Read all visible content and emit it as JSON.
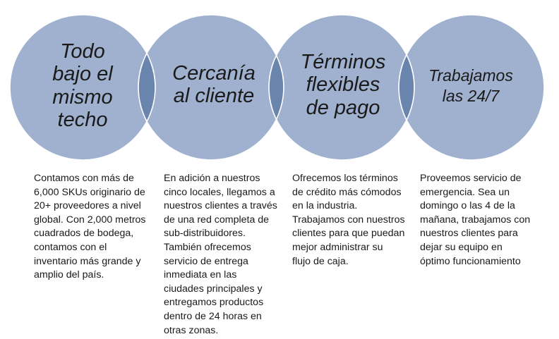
{
  "colors": {
    "circle_fill": "#9fb1cf",
    "overlap_fill": "#6a85ad",
    "circle_edge": "#ffffff"
  },
  "items": [
    {
      "title": "Todo\nbajo el\nmismo\ntecho",
      "description": "Contamos con más de\n6,000 SKUs originario de\n20+ proveedores a nivel\nglobal. Con 2,000 metros\ncuadrados de bodega,\ncontamos con el\ninventario más grande y\namplio del país."
    },
    {
      "title": "Cercanía\nal cliente",
      "description": "En adición a nuestros\ncinco locales, llegamos a\nnuestros clientes a través\nde una red completa de\nsub-distribuidores.\nTambién ofrecemos\nservicio de entrega\ninmediata en las\nciudades principales y\nentregamos productos\ndentro de 24 horas en\notras zonas."
    },
    {
      "title": "Términos\nflexibles\nde pago",
      "description": "Ofrecemos los términos\nde crédito más cómodos\nen la industria.\nTrabajamos con nuestros\nclientes para que puedan\nmejor administrar su\nflujo de caja."
    },
    {
      "title": "Trabajamos\nlas 24/7",
      "description": "Proveemos servicio de\nemergencia. Sea un\ndomingo o las 4 de la\nmañana, trabajamos con\nnuestros clientes para\ndejar su equipo en\nóptimo funcionamiento"
    }
  ]
}
